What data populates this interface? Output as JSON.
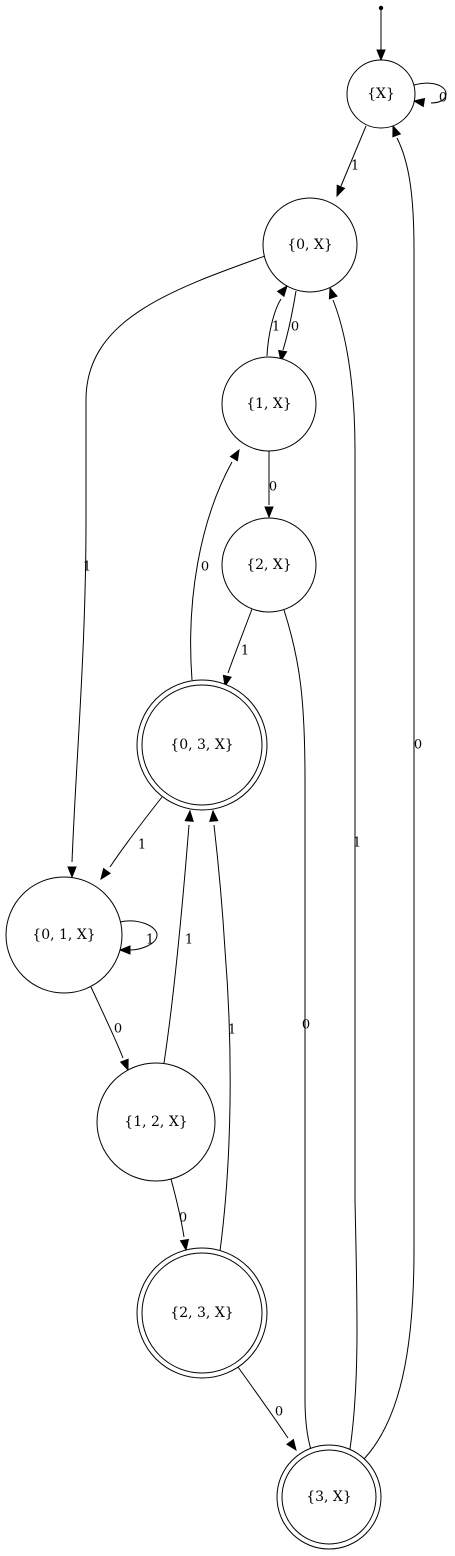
{
  "diagram": {
    "type": "finite-state-automaton",
    "initial_state": "X",
    "states": [
      {
        "id": "X",
        "label": "{X}",
        "accepting": false
      },
      {
        "id": "0X",
        "label": "{0, X}",
        "accepting": false
      },
      {
        "id": "1X",
        "label": "{1, X}",
        "accepting": false
      },
      {
        "id": "2X",
        "label": "{2, X}",
        "accepting": false
      },
      {
        "id": "03X",
        "label": "{0, 3, X}",
        "accepting": true
      },
      {
        "id": "01X",
        "label": "{0, 1, X}",
        "accepting": false
      },
      {
        "id": "12X",
        "label": "{1, 2, X}",
        "accepting": false
      },
      {
        "id": "23X",
        "label": "{2, 3, X}",
        "accepting": true
      },
      {
        "id": "3X",
        "label": "{3, X}",
        "accepting": true
      }
    ],
    "transitions": [
      {
        "id": "x-self",
        "from": "X",
        "to": "X",
        "symbol": "0"
      },
      {
        "id": "x-0x",
        "from": "X",
        "to": "0X",
        "symbol": "1"
      },
      {
        "id": "0x-01x",
        "from": "0X",
        "to": "01X",
        "symbol": "1"
      },
      {
        "id": "0x-1x",
        "from": "0X",
        "to": "1X",
        "symbol": "0"
      },
      {
        "id": "1x-0x",
        "from": "1X",
        "to": "0X",
        "symbol": "1"
      },
      {
        "id": "1x-2x",
        "from": "1X",
        "to": "2X",
        "symbol": "0"
      },
      {
        "id": "2x-03x",
        "from": "2X",
        "to": "03X",
        "symbol": "1"
      },
      {
        "id": "2x-3x",
        "from": "2X",
        "to": "3X",
        "symbol": "0"
      },
      {
        "id": "03x-1x",
        "from": "03X",
        "to": "1X",
        "symbol": "0"
      },
      {
        "id": "03x-01x",
        "from": "03X",
        "to": "01X",
        "symbol": "1"
      },
      {
        "id": "01x-self",
        "from": "01X",
        "to": "01X",
        "symbol": "1"
      },
      {
        "id": "01x-12x",
        "from": "01X",
        "to": "12X",
        "symbol": "0"
      },
      {
        "id": "12x-03x",
        "from": "12X",
        "to": "03X",
        "symbol": "1"
      },
      {
        "id": "12x-23x",
        "from": "12X",
        "to": "23X",
        "symbol": "0"
      },
      {
        "id": "23x-03x",
        "from": "23X",
        "to": "03X",
        "symbol": "1"
      },
      {
        "id": "23x-3x",
        "from": "23X",
        "to": "3X",
        "symbol": "0"
      },
      {
        "id": "3x-0x",
        "from": "3X",
        "to": "0X",
        "symbol": "1"
      },
      {
        "id": "3x-x",
        "from": "3X",
        "to": "X",
        "symbol": "0"
      }
    ]
  }
}
